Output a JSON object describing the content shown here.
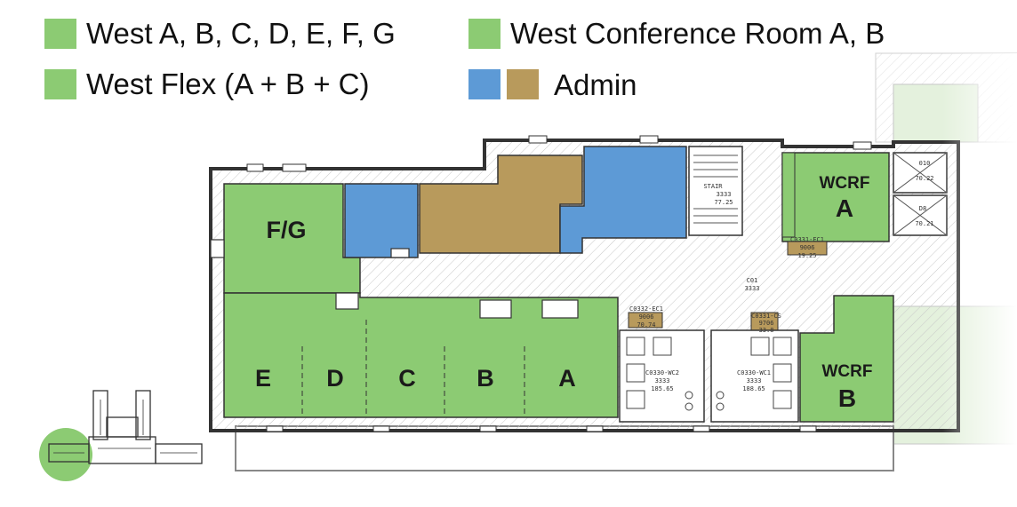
{
  "legend": {
    "items": [
      {
        "label": "West A, B, C, D, E, F, G",
        "swatches": [
          "green"
        ]
      },
      {
        "label": "West Conference Room A, B",
        "swatches": [
          "green"
        ]
      },
      {
        "label": "West Flex (A + B + C)",
        "swatches": [
          "green"
        ]
      },
      {
        "label": "Admin",
        "swatches": [
          "blue",
          "tan"
        ]
      }
    ]
  },
  "colors": {
    "green": "#8ccb73",
    "blue": "#5d9ad6",
    "tan": "#b89a5c",
    "wall": "#333333",
    "corridor_hatch": "#bdbdbd"
  },
  "rooms": {
    "fg": "F/G",
    "e": "E",
    "d": "D",
    "c": "C",
    "b": "B",
    "a": "A",
    "wcrf_a_line1": "WCRF",
    "wcrf_a_line2": "A",
    "wcrf_b_line1": "WCRF",
    "wcrf_b_line2": "B"
  },
  "room_codes": {
    "stair": "STAIR",
    "stair_num": "3333",
    "stair_area": "77.25",
    "elev1": "010",
    "elev1_area": "70.22",
    "elev2": "D8",
    "elev2_area": "70.21",
    "closet": "C0331-EC1",
    "closet_num": "9006",
    "closet_area": "19.25",
    "corr": "C01",
    "corr_num": "3333",
    "ec1": "C0332-EC1",
    "ec1_num": "9006",
    "ec1_area": "70.74",
    "wc2": "C0330-WC2",
    "wc2_num": "3333",
    "wc2_area": "185.65",
    "wc1": "C0330-WC1",
    "wc1_num": "3333",
    "wc1_area": "188.65",
    "cs": "C0331-CS",
    "cs_num": "9706",
    "cs_area": "33.8"
  }
}
